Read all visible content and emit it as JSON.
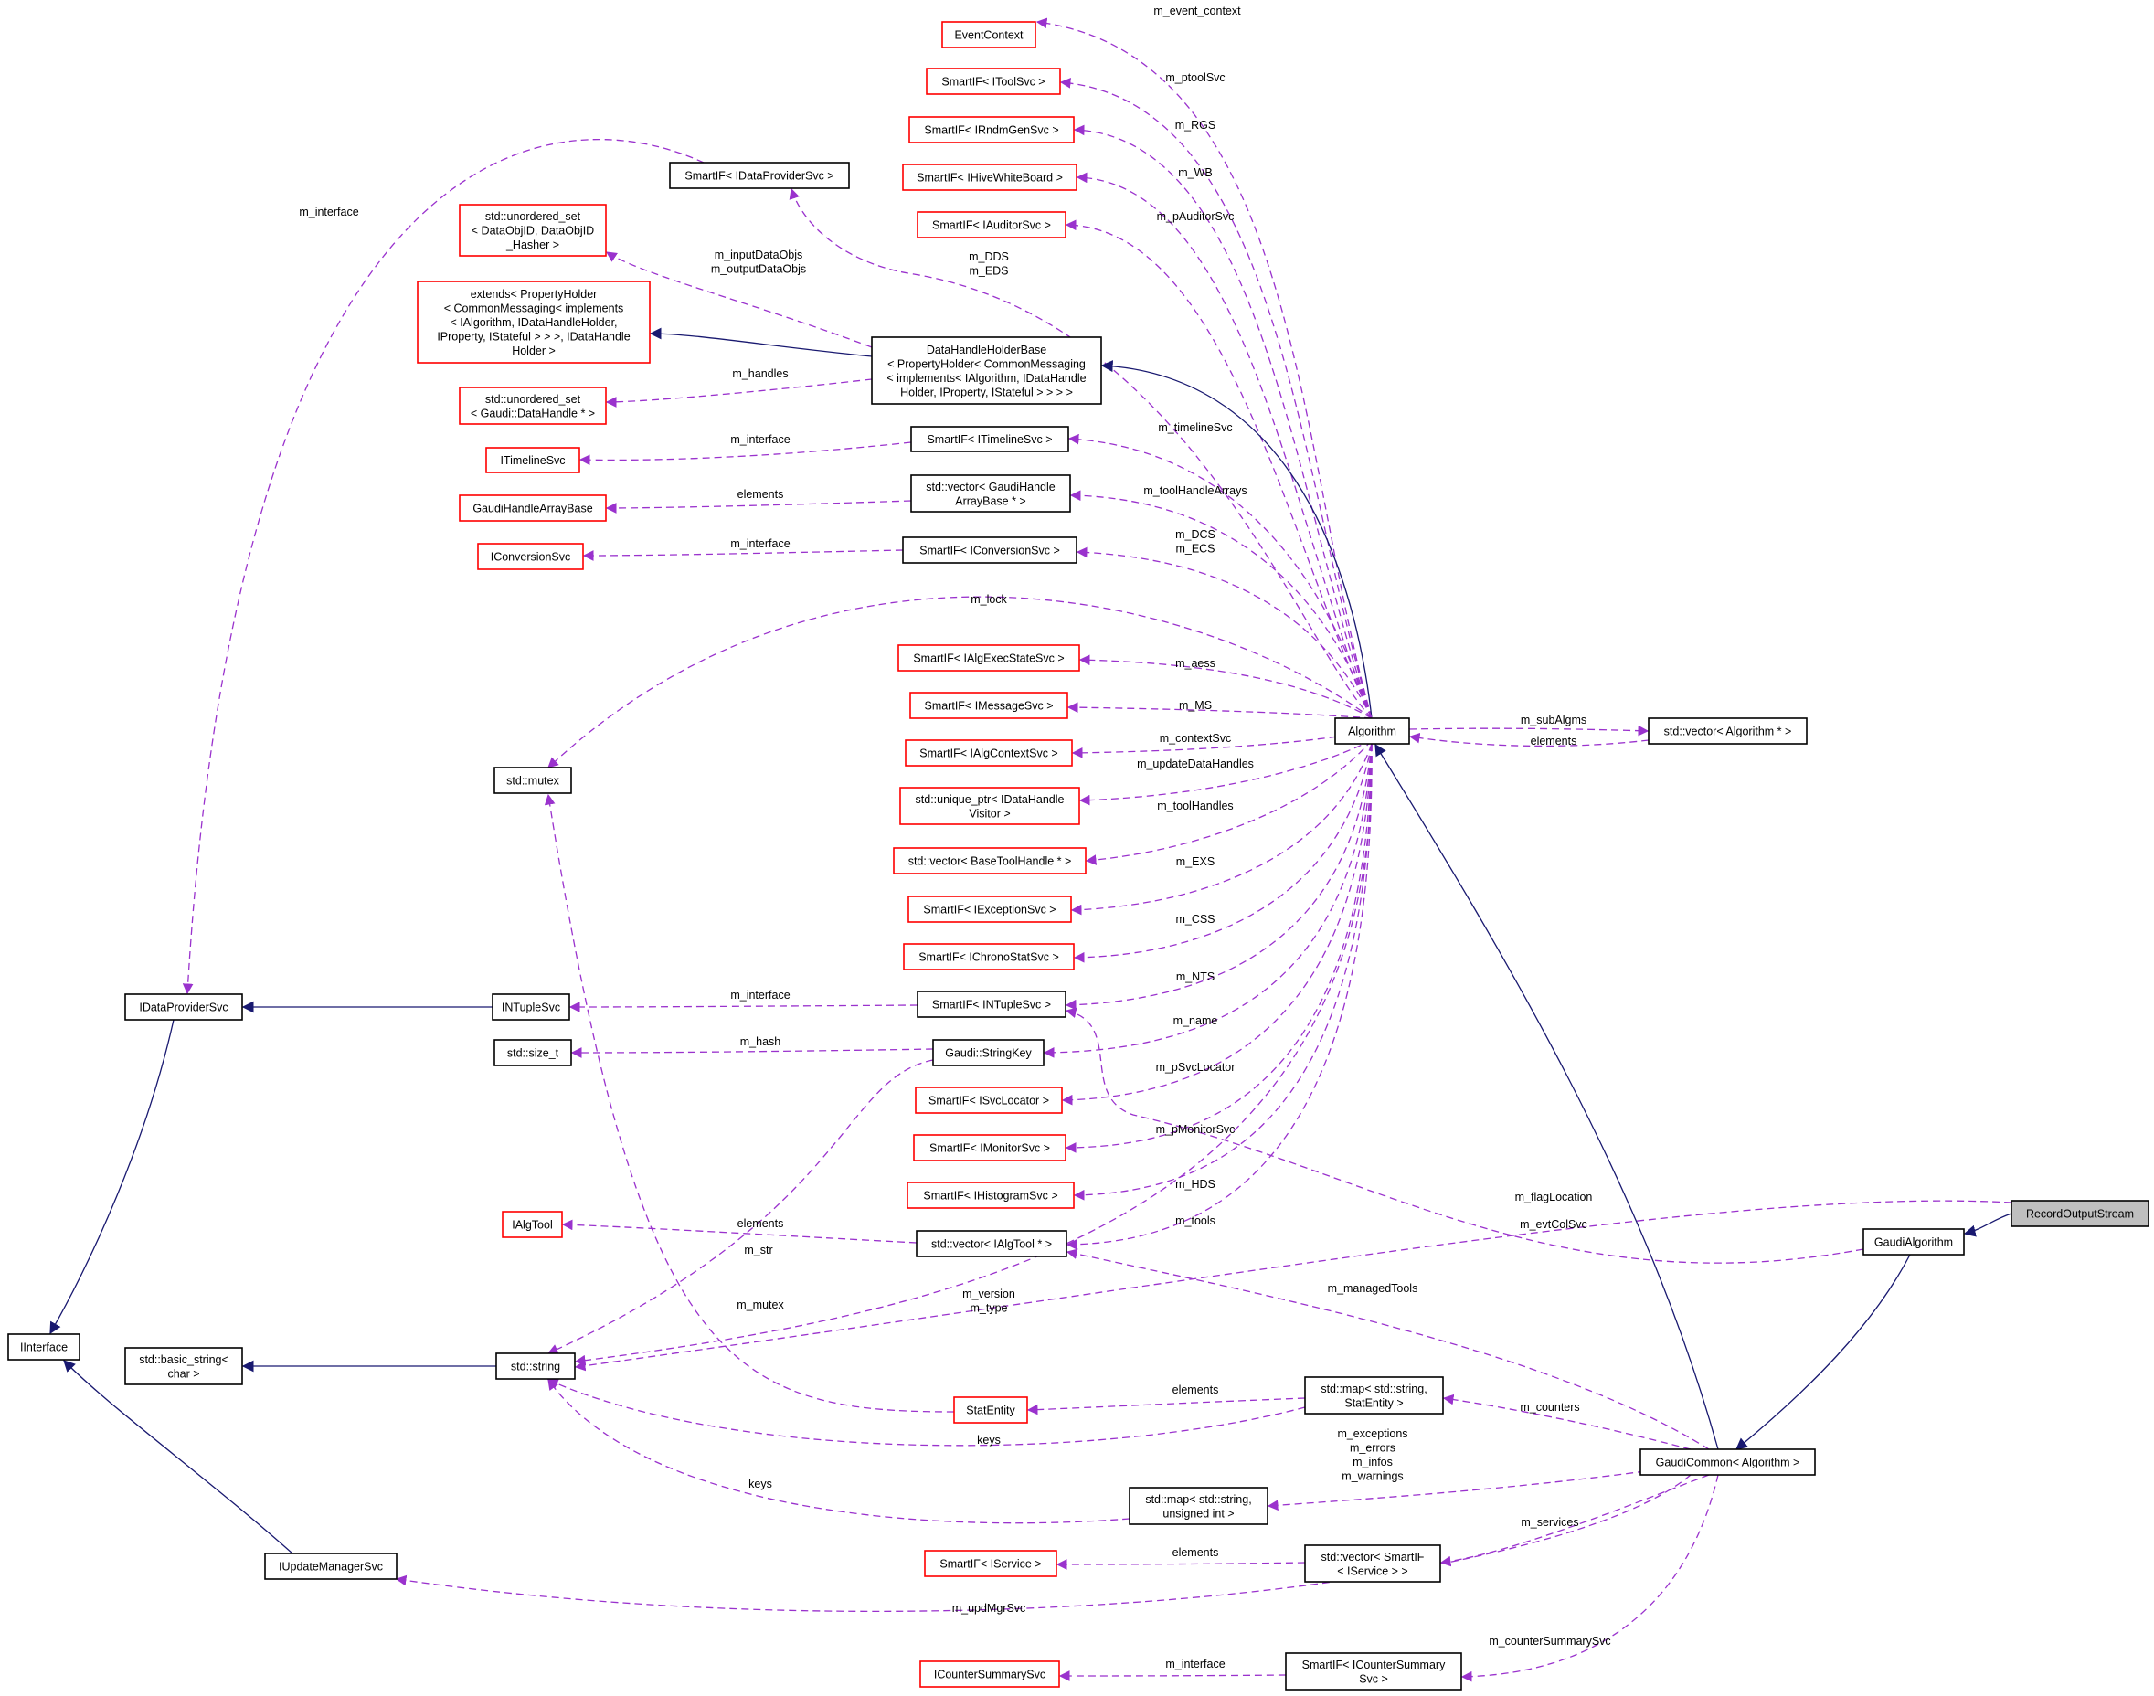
{
  "nodes": [
    {
      "id": "event_context",
      "lines": [
        "EventContext"
      ],
      "border": "red",
      "interactable": true
    },
    {
      "id": "smartif_itoolsvc",
      "lines": [
        "SmartIF< IToolSvc >"
      ],
      "border": "red",
      "interactable": true
    },
    {
      "id": "smartif_irndmgensvc",
      "lines": [
        "SmartIF< IRndmGenSvc >"
      ],
      "border": "red",
      "interactable": true
    },
    {
      "id": "smartif_ihivewhiteboard",
      "lines": [
        "SmartIF< IHiveWhiteBoard >"
      ],
      "border": "red",
      "interactable": true
    },
    {
      "id": "smartif_iauditorsvc",
      "lines": [
        "SmartIF< IAuditorSvc >"
      ],
      "border": "red",
      "interactable": true
    },
    {
      "id": "smartif_idataprovidersvc",
      "lines": [
        "SmartIF< IDataProviderSvc >"
      ],
      "border": "black",
      "interactable": true
    },
    {
      "id": "unordered_set_dataobjid",
      "lines": [
        "std::unordered_set",
        "< DataObjID, DataObjID",
        "_Hasher >"
      ],
      "border": "red",
      "interactable": true
    },
    {
      "id": "extends_propertyholder",
      "lines": [
        "extends< PropertyHolder",
        "< CommonMessaging< implements",
        "< IAlgorithm, IDataHandleHolder,",
        "IProperty, IStateful > > >, IDataHandle",
        "Holder >"
      ],
      "border": "red",
      "interactable": true
    },
    {
      "id": "datahandleholderbase",
      "lines": [
        "DataHandleHolderBase",
        "< PropertyHolder< CommonMessaging",
        "< implements< IAlgorithm, IDataHandle",
        "Holder, IProperty, IStateful > > > >"
      ],
      "border": "black",
      "interactable": true
    },
    {
      "id": "unordered_set_datahandle",
      "lines": [
        "std::unordered_set",
        "< Gaudi::DataHandle * >"
      ],
      "border": "red",
      "interactable": true
    },
    {
      "id": "itimelinesvc",
      "lines": [
        "ITimelineSvc"
      ],
      "border": "red",
      "interactable": true
    },
    {
      "id": "smartif_itimelinesvc",
      "lines": [
        "SmartIF< ITimelineSvc >"
      ],
      "border": "black",
      "interactable": true
    },
    {
      "id": "gaudihandlearraybase",
      "lines": [
        "GaudiHandleArrayBase"
      ],
      "border": "red",
      "interactable": true
    },
    {
      "id": "vector_gaudihandlearraybase",
      "lines": [
        "std::vector< GaudiHandle",
        "ArrayBase * >"
      ],
      "border": "black",
      "interactable": true
    },
    {
      "id": "iconversionsvc",
      "lines": [
        "IConversionSvc"
      ],
      "border": "red",
      "interactable": true
    },
    {
      "id": "smartif_iconversionsvc",
      "lines": [
        "SmartIF< IConversionSvc >"
      ],
      "border": "black",
      "interactable": true
    },
    {
      "id": "smartif_ialgexecstatesvc",
      "lines": [
        "SmartIF< IAlgExecStateSvc >"
      ],
      "border": "red",
      "interactable": true
    },
    {
      "id": "smartif_imessagesvc",
      "lines": [
        "SmartIF< IMessageSvc >"
      ],
      "border": "red",
      "interactable": true
    },
    {
      "id": "smartif_ialgcontextsvc",
      "lines": [
        "SmartIF< IAlgContextSvc >"
      ],
      "border": "red",
      "interactable": true
    },
    {
      "id": "unique_ptr_idatahandlevisitor",
      "lines": [
        "std::unique_ptr< IDataHandle",
        "Visitor >"
      ],
      "border": "red",
      "interactable": true
    },
    {
      "id": "vector_basetoolhandle",
      "lines": [
        "std::vector< BaseToolHandle * >"
      ],
      "border": "red",
      "interactable": true
    },
    {
      "id": "smartif_iexceptionsvc",
      "lines": [
        "SmartIF< IExceptionSvc >"
      ],
      "border": "red",
      "interactable": true
    },
    {
      "id": "smartif_ichronostatsvc",
      "lines": [
        "SmartIF< IChronoStatSvc >"
      ],
      "border": "red",
      "interactable": true
    },
    {
      "id": "smartif_intuplesvc",
      "lines": [
        "SmartIF< INTupleSvc >"
      ],
      "border": "black",
      "interactable": true
    },
    {
      "id": "gaudi_stringkey",
      "lines": [
        "Gaudi::StringKey"
      ],
      "border": "black",
      "interactable": true
    },
    {
      "id": "smartif_isvclocator",
      "lines": [
        "SmartIF< ISvcLocator >"
      ],
      "border": "red",
      "interactable": true
    },
    {
      "id": "smartif_imonitorsvc",
      "lines": [
        "SmartIF< IMonitorSvc >"
      ],
      "border": "red",
      "interactable": true
    },
    {
      "id": "smartif_ihistogramsvc",
      "lines": [
        "SmartIF< IHistogramSvc >"
      ],
      "border": "red",
      "interactable": true
    },
    {
      "id": "ialgtool",
      "lines": [
        "IAlgTool"
      ],
      "border": "red",
      "interactable": true
    },
    {
      "id": "vector_ialgtool",
      "lines": [
        "std::vector< IAlgTool * >"
      ],
      "border": "black",
      "interactable": true
    },
    {
      "id": "std_mutex",
      "lines": [
        "std::mutex"
      ],
      "border": "black",
      "interactable": true
    },
    {
      "id": "idataprovidersvc",
      "lines": [
        "IDataProviderSvc"
      ],
      "border": "black",
      "interactable": true
    },
    {
      "id": "intuplesvc",
      "lines": [
        "INTupleSvc"
      ],
      "border": "black",
      "interactable": true
    },
    {
      "id": "std_size_t",
      "lines": [
        "std::size_t"
      ],
      "border": "black",
      "interactable": true
    },
    {
      "id": "iinterface",
      "lines": [
        "IInterface"
      ],
      "border": "black",
      "interactable": true
    },
    {
      "id": "basic_string_char",
      "lines": [
        "std::basic_string<",
        "char >"
      ],
      "border": "black",
      "interactable": true
    },
    {
      "id": "std_string",
      "lines": [
        "std::string"
      ],
      "border": "black",
      "interactable": true
    },
    {
      "id": "statentity",
      "lines": [
        "StatEntity"
      ],
      "border": "red",
      "interactable": true
    },
    {
      "id": "map_string_statentity",
      "lines": [
        "std::map< std::string,",
        "StatEntity >"
      ],
      "border": "black",
      "interactable": true
    },
    {
      "id": "map_string_unsignedint",
      "lines": [
        "std::map< std::string,",
        "unsigned int >"
      ],
      "border": "black",
      "interactable": true
    },
    {
      "id": "iupdatemanagersvc",
      "lines": [
        "IUpdateManagerSvc"
      ],
      "border": "black",
      "interactable": true
    },
    {
      "id": "smartif_iservice",
      "lines": [
        "SmartIF< IService >"
      ],
      "border": "red",
      "interactable": true
    },
    {
      "id": "vector_smartif_iservice",
      "lines": [
        "std::vector< SmartIF",
        "< IService > >"
      ],
      "border": "black",
      "interactable": true
    },
    {
      "id": "icountersummarysvc",
      "lines": [
        "ICounterSummarySvc"
      ],
      "border": "red",
      "interactable": true
    },
    {
      "id": "smartif_icountersummarysvc",
      "lines": [
        "SmartIF< ICounterSummary",
        "Svc >"
      ],
      "border": "black",
      "interactable": true
    },
    {
      "id": "algorithm",
      "lines": [
        "Algorithm"
      ],
      "border": "black",
      "interactable": true
    },
    {
      "id": "vector_algorithm",
      "lines": [
        "std::vector< Algorithm * >"
      ],
      "border": "black",
      "interactable": true
    },
    {
      "id": "gaudialgorithm",
      "lines": [
        "GaudiAlgorithm"
      ],
      "border": "black",
      "interactable": true
    },
    {
      "id": "gaudicommon_algorithm",
      "lines": [
        "GaudiCommon< Algorithm >"
      ],
      "border": "black",
      "interactable": true
    },
    {
      "id": "recordoutputstream",
      "lines": [
        "RecordOutputStream"
      ],
      "border": "grey",
      "interactable": true
    }
  ],
  "edges": [
    {
      "id": "e_event_context",
      "from": "algorithm",
      "to": "event_context",
      "type": "usage",
      "label": [
        "m_event_context"
      ]
    },
    {
      "id": "e_ptoolsvc",
      "from": "algorithm",
      "to": "smartif_itoolsvc",
      "type": "usage",
      "label": [
        "m_ptoolSvc"
      ]
    },
    {
      "id": "e_rgs",
      "from": "algorithm",
      "to": "smartif_irndmgensvc",
      "type": "usage",
      "label": [
        "m_RGS"
      ]
    },
    {
      "id": "e_wb",
      "from": "algorithm",
      "to": "smartif_ihivewhiteboard",
      "type": "usage",
      "label": [
        "m_WB"
      ]
    },
    {
      "id": "e_pauditorsvc",
      "from": "algorithm",
      "to": "smartif_iauditorsvc",
      "type": "usage",
      "label": [
        "m_pAuditorSvc"
      ]
    },
    {
      "id": "e_dds_eds",
      "from": "algorithm",
      "to": "smartif_idataprovidersvc",
      "type": "usage",
      "label": [
        "m_DDS",
        "m_EDS"
      ]
    },
    {
      "id": "e_iface_dataprovider",
      "from": "smartif_idataprovidersvc",
      "to": "idataprovidersvc",
      "type": "usage",
      "label": [
        "m_interface"
      ]
    },
    {
      "id": "e_inputoutputdataobjs",
      "from": "datahandleholderbase",
      "to": "unordered_set_dataobjid",
      "type": "usage",
      "label": [
        "m_inputDataObjs",
        "m_outputDataObjs"
      ]
    },
    {
      "id": "e_inherit_extends",
      "from": "datahandleholderbase",
      "to": "extends_propertyholder",
      "type": "inheritance",
      "label": []
    },
    {
      "id": "e_handles",
      "from": "datahandleholderbase",
      "to": "unordered_set_datahandle",
      "type": "usage",
      "label": [
        "m_handles"
      ]
    },
    {
      "id": "e_inherit_dhhb",
      "from": "algorithm",
      "to": "datahandleholderbase",
      "type": "inheritance",
      "label": []
    },
    {
      "id": "e_timelinesvc",
      "from": "algorithm",
      "to": "smartif_itimelinesvc",
      "type": "usage",
      "label": [
        "m_timelineSvc"
      ]
    },
    {
      "id": "e_iface_timeline",
      "from": "smartif_itimelinesvc",
      "to": "itimelinesvc",
      "type": "usage",
      "label": [
        "m_interface"
      ]
    },
    {
      "id": "e_toolhandlearrays",
      "from": "algorithm",
      "to": "vector_gaudihandlearraybase",
      "type": "usage",
      "label": [
        "m_toolHandleArrays"
      ]
    },
    {
      "id": "e_elements_gharray",
      "from": "vector_gaudihandlearraybase",
      "to": "gaudihandlearraybase",
      "type": "usage",
      "label": [
        "elements"
      ]
    },
    {
      "id": "e_dcs_ecs",
      "from": "algorithm",
      "to": "smartif_iconversionsvc",
      "type": "usage",
      "label": [
        "m_DCS",
        "m_ECS"
      ]
    },
    {
      "id": "e_iface_conversion",
      "from": "smartif_iconversionsvc",
      "to": "iconversionsvc",
      "type": "usage",
      "label": [
        "m_interface"
      ]
    },
    {
      "id": "e_lock",
      "from": "algorithm",
      "to": "std_mutex",
      "type": "usage",
      "label": [
        "m_lock"
      ]
    },
    {
      "id": "e_aess",
      "from": "algorithm",
      "to": "smartif_ialgexecstatesvc",
      "type": "usage",
      "label": [
        "m_aess"
      ]
    },
    {
      "id": "e_ms",
      "from": "algorithm",
      "to": "smartif_imessagesvc",
      "type": "usage",
      "label": [
        "m_MS"
      ]
    },
    {
      "id": "e_contextsvc",
      "from": "algorithm",
      "to": "smartif_ialgcontextsvc",
      "type": "usage",
      "label": [
        "m_contextSvc"
      ]
    },
    {
      "id": "e_updatedatahandles",
      "from": "algorithm",
      "to": "unique_ptr_idatahandlevisitor",
      "type": "usage",
      "label": [
        "m_updateDataHandles"
      ]
    },
    {
      "id": "e_toolhandles",
      "from": "algorithm",
      "to": "vector_basetoolhandle",
      "type": "usage",
      "label": [
        "m_toolHandles"
      ]
    },
    {
      "id": "e_exs",
      "from": "algorithm",
      "to": "smartif_iexceptionsvc",
      "type": "usage",
      "label": [
        "m_EXS"
      ]
    },
    {
      "id": "e_css",
      "from": "algorithm",
      "to": "smartif_ichronostatsvc",
      "type": "usage",
      "label": [
        "m_CSS"
      ]
    },
    {
      "id": "e_nts",
      "from": "algorithm",
      "to": "smartif_intuplesvc",
      "type": "usage",
      "label": [
        "m_NTS"
      ]
    },
    {
      "id": "e_iface_ntuple",
      "from": "smartif_intuplesvc",
      "to": "intuplesvc",
      "type": "usage",
      "label": [
        "m_interface"
      ]
    },
    {
      "id": "e_inherit_ntuple",
      "from": "intuplesvc",
      "to": "idataprovidersvc",
      "type": "inheritance",
      "label": []
    },
    {
      "id": "e_name",
      "from": "algorithm",
      "to": "gaudi_stringkey",
      "type": "usage",
      "label": [
        "m_name"
      ]
    },
    {
      "id": "e_hash",
      "from": "gaudi_stringkey",
      "to": "std_size_t",
      "type": "usage",
      "label": [
        "m_hash"
      ]
    },
    {
      "id": "e_str",
      "from": "gaudi_stringkey",
      "to": "std_string",
      "type": "usage",
      "label": [
        "m_str"
      ]
    },
    {
      "id": "e_psvclocator",
      "from": "algorithm",
      "to": "smartif_isvclocator",
      "type": "usage",
      "label": [
        "m_pSvcLocator"
      ]
    },
    {
      "id": "e_pmonitorsvc",
      "from": "algorithm",
      "to": "smartif_imonitorsvc",
      "type": "usage",
      "label": [
        "m_pMonitorSvc"
      ]
    },
    {
      "id": "e_hds",
      "from": "algorithm",
      "to": "smartif_ihistogramsvc",
      "type": "usage",
      "label": [
        "m_HDS"
      ]
    },
    {
      "id": "e_tools",
      "from": "algorithm",
      "to": "vector_ialgtool",
      "type": "usage",
      "label": [
        "m_tools"
      ]
    },
    {
      "id": "e_elements_algtool",
      "from": "vector_ialgtool",
      "to": "ialgtool",
      "type": "usage",
      "label": [
        "elements"
      ]
    },
    {
      "id": "e_version_type",
      "from": "algorithm",
      "to": "std_string",
      "type": "usage",
      "label": [
        "m_version",
        "m_type"
      ]
    },
    {
      "id": "e_subalgms",
      "from": "algorithm",
      "to": "vector_algorithm",
      "type": "usage",
      "label": [
        "m_subAlgms"
      ]
    },
    {
      "id": "e_elements_alg",
      "from": "vector_algorithm",
      "to": "algorithm",
      "type": "usage",
      "label": [
        "elements"
      ]
    },
    {
      "id": "e_flaglocation",
      "from": "recordoutputstream",
      "to": "std_string",
      "type": "usage",
      "label": [
        "m_flagLocation"
      ]
    },
    {
      "id": "e_inherit_recordoutput",
      "from": "recordoutputstream",
      "to": "gaudialgorithm",
      "type": "inheritance",
      "label": []
    },
    {
      "id": "e_evtcolsvc",
      "from": "gaudialgorithm",
      "to": "smartif_intuplesvc",
      "type": "usage",
      "label": [
        "m_evtColSvc"
      ]
    },
    {
      "id": "e_inherit_gaudialg",
      "from": "gaudialgorithm",
      "to": "gaudicommon_algorithm",
      "type": "inheritance",
      "label": []
    },
    {
      "id": "e_inherit_gaudicommon",
      "from": "gaudicommon_algorithm",
      "to": "algorithm",
      "type": "inheritance",
      "label": []
    },
    {
      "id": "e_managedtools",
      "from": "gaudicommon_algorithm",
      "to": "vector_ialgtool",
      "type": "usage",
      "label": [
        "m_managedTools"
      ]
    },
    {
      "id": "e_counters",
      "from": "gaudicommon_algorithm",
      "to": "map_string_statentity",
      "type": "usage",
      "label": [
        "m_counters"
      ]
    },
    {
      "id": "e_elements_stat",
      "from": "map_string_statentity",
      "to": "statentity",
      "type": "usage",
      "label": [
        "elements"
      ]
    },
    {
      "id": "e_keys_stat",
      "from": "map_string_statentity",
      "to": "std_string",
      "type": "usage",
      "label": [
        "keys"
      ]
    },
    {
      "id": "e_mutex_stat",
      "from": "statentity",
      "to": "std_mutex",
      "type": "usage",
      "label": [
        "m_mutex"
      ]
    },
    {
      "id": "e_exceptions",
      "from": "gaudicommon_algorithm",
      "to": "map_string_unsignedint",
      "type": "usage",
      "label": [
        "m_exceptions",
        "m_errors",
        "m_infos",
        "m_warnings"
      ]
    },
    {
      "id": "e_keys_uint",
      "from": "map_string_unsignedint",
      "to": "std_string",
      "type": "usage",
      "label": [
        "keys"
      ]
    },
    {
      "id": "e_services",
      "from": "gaudicommon_algorithm",
      "to": "vector_smartif_iservice",
      "type": "usage",
      "label": [
        "m_services"
      ]
    },
    {
      "id": "e_elements_service",
      "from": "vector_smartif_iservice",
      "to": "smartif_iservice",
      "type": "usage",
      "label": [
        "elements"
      ]
    },
    {
      "id": "e_updmgrsvc",
      "from": "gaudicommon_algorithm",
      "to": "iupdatemanagersvc",
      "type": "usage",
      "label": [
        "m_updMgrSvc"
      ]
    },
    {
      "id": "e_countersummarysvc",
      "from": "gaudicommon_algorithm",
      "to": "smartif_icountersummarysvc",
      "type": "usage",
      "label": [
        "m_counterSummarySvc"
      ]
    },
    {
      "id": "e_iface_countersummary",
      "from": "smartif_icountersummarysvc",
      "to": "icountersummarysvc",
      "type": "usage",
      "label": [
        "m_interface"
      ]
    },
    {
      "id": "e_inherit_basicstring",
      "from": "std_string",
      "to": "basic_string_char",
      "type": "inheritance",
      "label": []
    },
    {
      "id": "e_inherit_dataprov_iface",
      "from": "idataprovidersvc",
      "to": "iinterface",
      "type": "inheritance",
      "label": []
    },
    {
      "id": "e_inherit_updmgr_iface",
      "from": "iupdatemanagersvc",
      "to": "iinterface",
      "type": "inheritance",
      "label": []
    }
  ],
  "colors": {
    "usage_edge": "#9a32cd",
    "inheritance_edge": "#191970",
    "node_red_border": "#ff0000",
    "node_black_border": "#000000",
    "highlight_fill": "#bfbfbf"
  }
}
